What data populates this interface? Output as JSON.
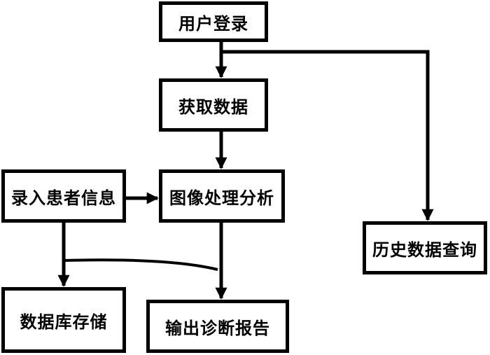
{
  "diagram": {
    "nodes": {
      "login": "用户登录",
      "acquire": "获取数据",
      "entry": "录入患者信息",
      "process": "图像处理分析",
      "history": "历史数据查询",
      "storage": "数据库存储",
      "report": "输出诊断报告"
    },
    "edges": [
      [
        "login",
        "acquire"
      ],
      [
        "login",
        "history"
      ],
      [
        "acquire",
        "process"
      ],
      [
        "entry",
        "process"
      ],
      [
        "entry",
        "storage"
      ],
      [
        "entry",
        "report"
      ],
      [
        "process",
        "report"
      ]
    ],
    "colors": {
      "stroke": "#000000",
      "fill": "#ffffff"
    }
  }
}
